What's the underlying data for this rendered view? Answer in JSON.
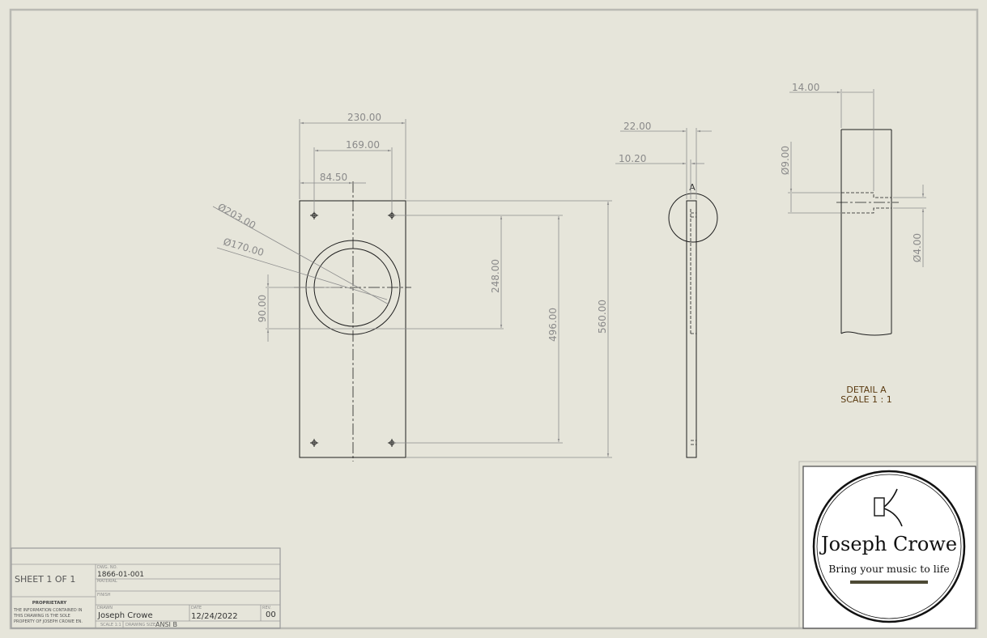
{
  "dimensions": {
    "width_230": "230.00",
    "width_169": "169.00",
    "width_84": "84.50",
    "dia_203": "Ø203.00",
    "dia_170": "Ø170.00",
    "height_90": "90.00",
    "height_248": "248.00",
    "height_496": "496.00",
    "height_560": "560.00",
    "thick_22": "22.00",
    "thick_10": "10.20",
    "detail_14": "14.00",
    "detail_dia9": "Ø9.00",
    "detail_dia4": "Ø4.00"
  },
  "section_marker": "A",
  "detail": {
    "title": "DETAIL A",
    "scale": "SCALE 1 : 1"
  },
  "title_block": {
    "sheet": "SHEET 1 OF 1",
    "dwg_no_label": "DWG. NO.",
    "dwg_no": "1866-01-001",
    "material_label": "MATERIAL",
    "finish_label": "FINISH",
    "proprietary_heading": "PROPRIETARY",
    "proprietary_line1": "THE INFORMATION CONTAINED IN",
    "proprietary_line2": "THIS DRAWING IS THE SOLE",
    "proprietary_line3": "PROPERTY OF JOSEPH CROWE EN.",
    "drawn_label": "DRAWN",
    "drawn_by": "Joseph Crowe",
    "date_label": "DATE",
    "date": "12/24/2022",
    "rev_label": "REV.",
    "rev": "00",
    "scale_label": "SCALE 1:1",
    "drawing_size_label": "DRAWING SIZE",
    "drawing_size": "ANSI B"
  },
  "logo": {
    "name": "Joseph Crowe",
    "tagline": "Bring your music to life"
  },
  "colors": {
    "background": "#e6e5da",
    "geometry": "#1e1e1e",
    "dimension": "#8a8a8a",
    "detail_label": "#5a3a10",
    "logo_bar": "#4d4a35"
  }
}
